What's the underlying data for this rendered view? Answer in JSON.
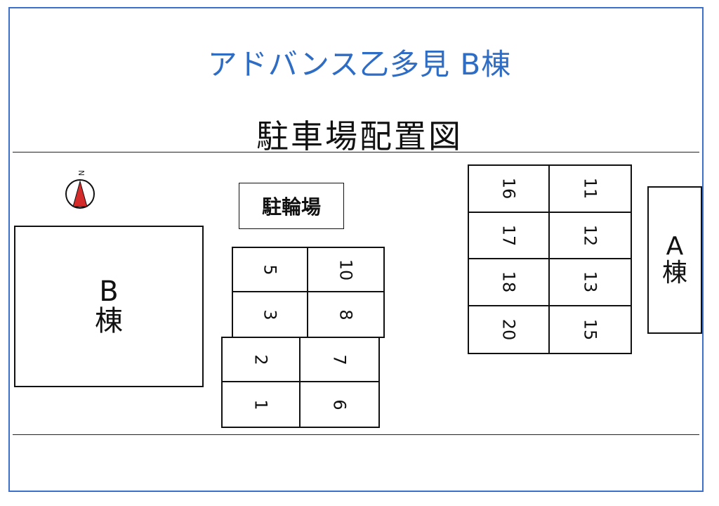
{
  "title": "アドバンス乙多見 B棟",
  "subtitle": "駐車場配置図",
  "compass": {
    "label": "N",
    "arrow_color": "#d42b2b"
  },
  "buildings": {
    "b": {
      "line1": "B",
      "line2": "棟"
    },
    "a": {
      "line1": "A",
      "line2": "棟"
    }
  },
  "bicycle_parking": "駐輪場",
  "parking": {
    "middle_upper": [
      [
        "5",
        "10"
      ],
      [
        "3",
        "8"
      ]
    ],
    "middle_lower": [
      [
        "2",
        "7"
      ],
      [
        "1",
        "6"
      ]
    ],
    "right": [
      [
        "16",
        "11"
      ],
      [
        "17",
        "12"
      ],
      [
        "18",
        "13"
      ],
      [
        "20",
        "15"
      ]
    ]
  },
  "colors": {
    "frame": "#3b6fc9",
    "title": "#2f6cc4",
    "line": "#111111"
  }
}
